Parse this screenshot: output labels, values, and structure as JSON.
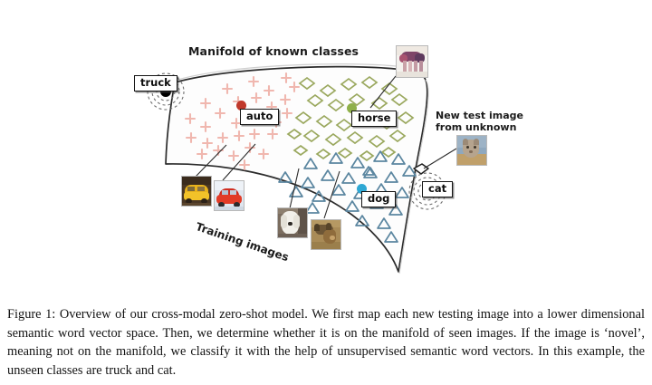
{
  "figure": {
    "title": "Manifold of known classes",
    "rotated_label": "Training images",
    "new_test_line1": "New test image",
    "new_test_line2": "from unknown",
    "classes": [
      {
        "name": "auto",
        "label": "auto",
        "color": "#c0392b",
        "marker": "cross",
        "marker_color": "#f0b7af",
        "known": true
      },
      {
        "name": "horse",
        "label": "horse",
        "color": "#8fb04a",
        "marker": "diamond",
        "marker_color": "#9aa85e",
        "known": true
      },
      {
        "name": "dog",
        "label": "dog",
        "color": "#2fa8d4",
        "marker": "triangle",
        "marker_color": "#5b86a0",
        "known": true
      },
      {
        "name": "truck",
        "label": "truck",
        "color": "#000000",
        "marker": "dot",
        "marker_color": "#000000",
        "known": false
      },
      {
        "name": "cat",
        "label": "cat",
        "color": "#000000",
        "marker": "dot",
        "marker_color": "#000000",
        "known": false
      }
    ],
    "thumbnails": [
      {
        "name": "horse-thumb",
        "alt": "horse"
      },
      {
        "name": "cat-thumb",
        "alt": "cat"
      },
      {
        "name": "yellow-car-thumb",
        "alt": "yellow car"
      },
      {
        "name": "red-car-thumb",
        "alt": "red car"
      },
      {
        "name": "white-dog-thumb",
        "alt": "white dog"
      },
      {
        "name": "brown-dog-thumb",
        "alt": "brown dog"
      }
    ],
    "colors": {
      "manifold_stroke": "#2b2b2b",
      "manifold_fill": "#fdfdfd",
      "cross": "#f0b7af",
      "diamond": "#9aa85e",
      "triangle": "#5b86a0",
      "auto_dot": "#c0392b",
      "horse_dot": "#8fb04a",
      "dog_dot": "#2fa8d4",
      "unknown_dot": "#000000"
    }
  },
  "caption": {
    "text": "Figure 1: Overview of our cross-modal zero-shot model. We first map each new testing image into a lower dimensional semantic word vector space. Then, we determine whether it is on the manifold of seen images. If the image is ‘novel’, meaning not on the manifold, we classify it with the help of unsupervised semantic word vectors. In this example, the unseen classes are truck and cat."
  }
}
